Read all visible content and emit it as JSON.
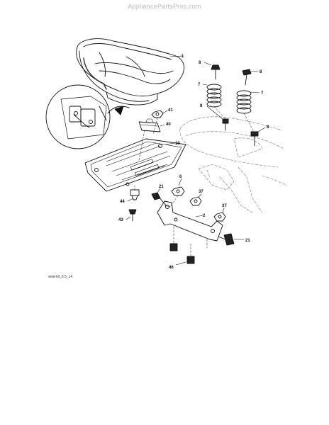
{
  "watermark": "AppliancePartsPros.com",
  "diagram": {
    "drawing_code": "seat-kit_6.5_14",
    "part_labels": {
      "seat": "1",
      "seat_pan": "10",
      "bracket": "2",
      "bolt_8_a": "8",
      "bolt_8_b": "8",
      "bolt_8_c": "8",
      "bolt_8_d": "8",
      "spring_7_a": "7",
      "spring_7_b": "7",
      "nut_41": "41",
      "plate_40": "40",
      "nut_6": "6",
      "bolt_21_a": "21",
      "bolt_21_b": "21",
      "nut_37_a": "37",
      "nut_37_b": "37",
      "knob_44": "44",
      "screw_43": "43",
      "bolt_46": "46"
    }
  }
}
